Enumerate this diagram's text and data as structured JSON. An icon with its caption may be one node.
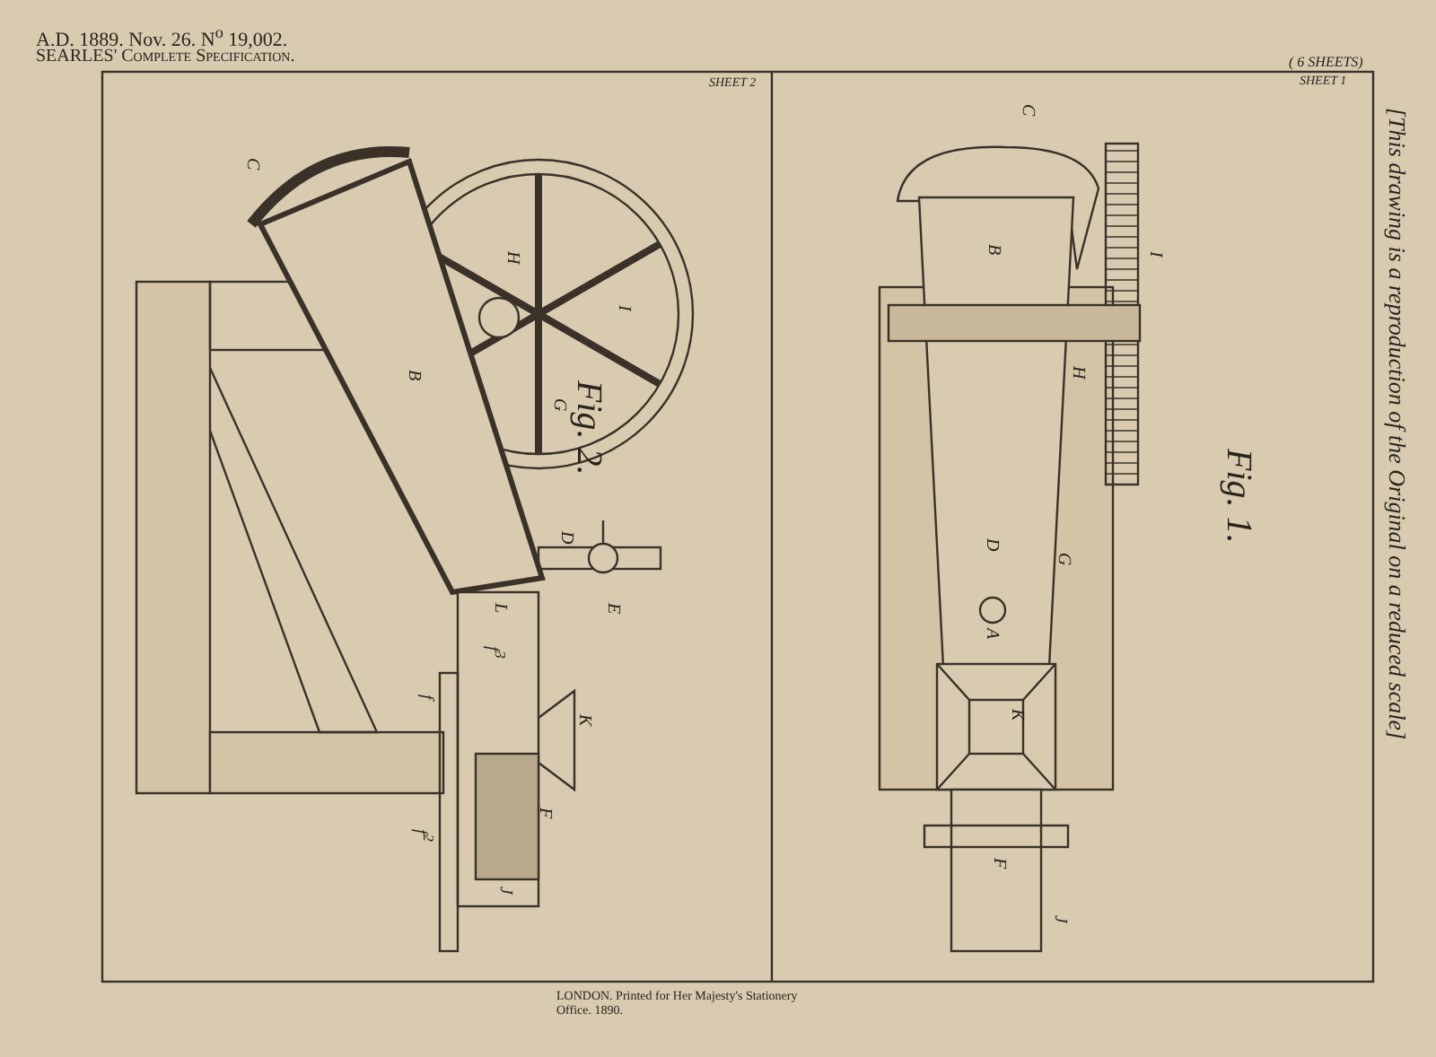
{
  "diagram": {
    "labels": [
      "A.D. 1889. Nov. 26. N$^{o}$ 19,002.",
      "SEARLES' Complete Specification.",
      "SHEET 2",
      "( 6 SHEETS)",
      "SHEET 1",
      "C",
      "H",
      "I",
      "B",
      "G",
      "Fig. 2.",
      "D",
      "E",
      "L",
      "f$^{3}$",
      "f",
      "K",
      "F",
      "f$^{2}$",
      "J",
      "C",
      "B",
      "I",
      "H",
      "Fig. 1.",
      "D",
      "G",
      "A",
      "K",
      "F",
      "J",
      "LONDON. Printed for Her Majesty's Stationery Office. 1890.",
      "[This drawing is a reproduction of the Original on a reduced scale]"
    ]
  }
}
